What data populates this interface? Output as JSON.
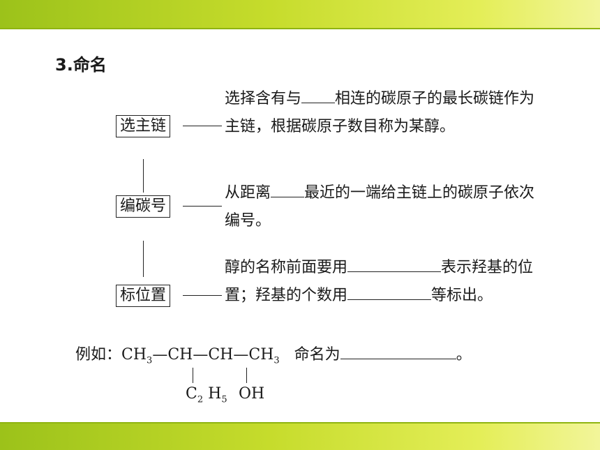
{
  "heading": "3.命名",
  "steps": [
    {
      "box": "选主链",
      "desc_a": "选择含有与",
      "desc_b": "相连的碳原子的最长碳链作为主链，根据碳原子数目称为某醇。"
    },
    {
      "box": "编碳号",
      "desc_a": "从距离",
      "desc_b": "最近的一端给主链上的碳原子依次编号。"
    },
    {
      "box": "标位置",
      "desc_a": "醇的名称前面要用",
      "desc_b": "表示羟基的位置；羟基的个数用",
      "desc_c": "等标出。"
    }
  ],
  "example": {
    "prefix": "例如：",
    "chain": [
      "CH",
      "3",
      "—CH—CH—CH",
      "3"
    ],
    "named_as": "命名为",
    "end": "。",
    "sub1": [
      "C",
      "2",
      " H",
      "5"
    ],
    "sub2": "OH"
  }
}
